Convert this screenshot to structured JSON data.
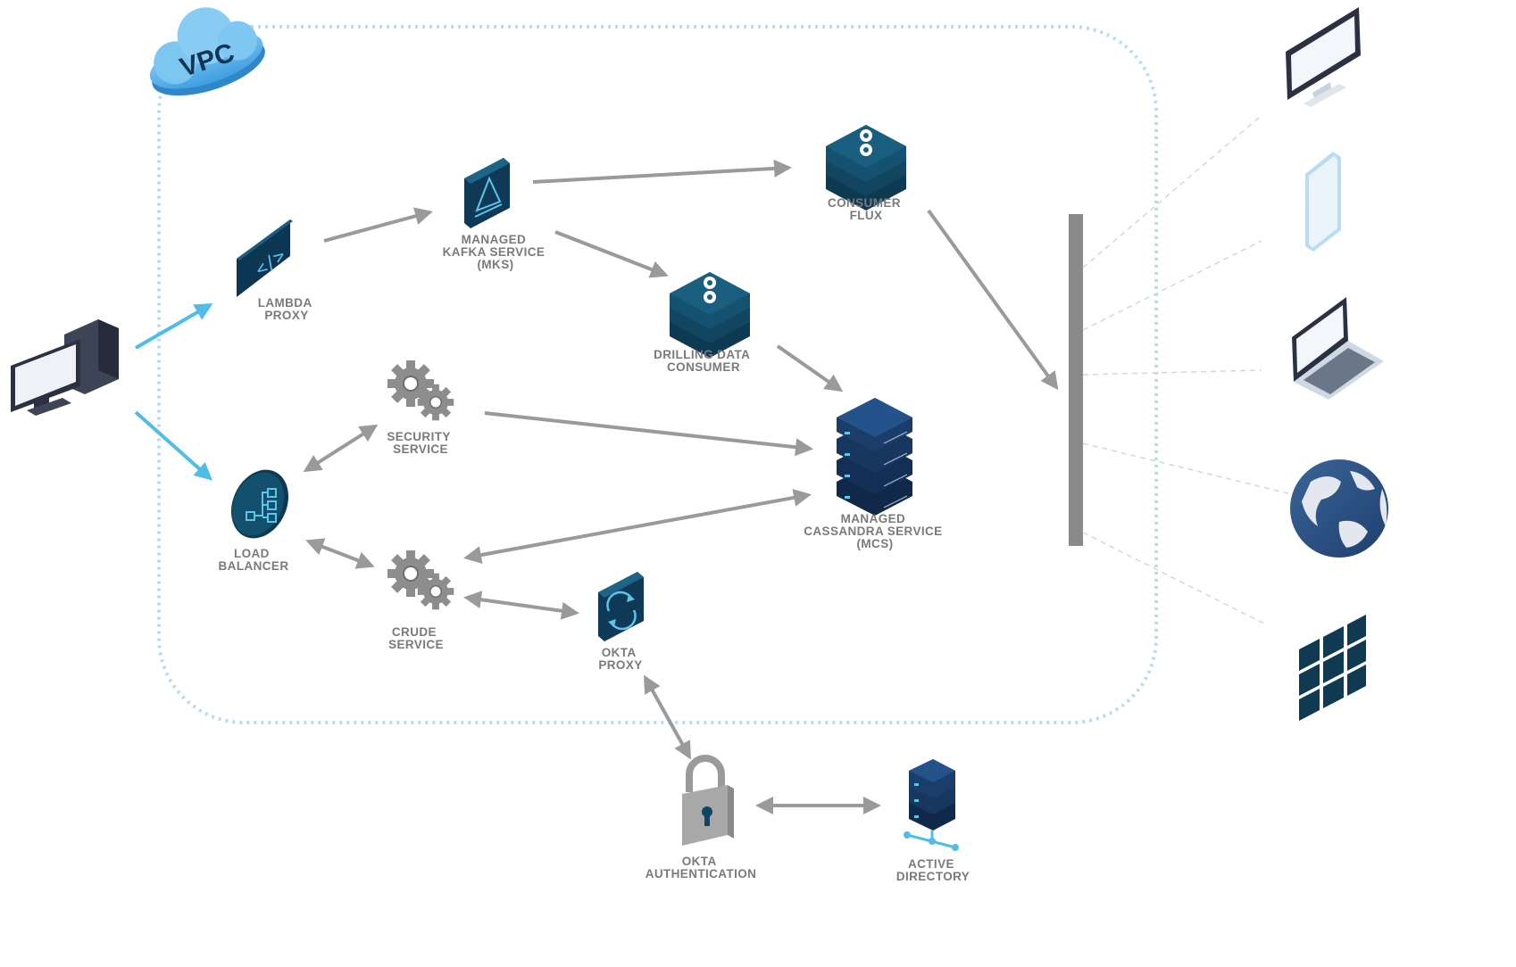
{
  "vpc": {
    "label": "VPC"
  },
  "nodes": {
    "lambda": [
      "LAMBDA",
      "PROXY"
    ],
    "kafka": [
      "MANAGED",
      "KAFKA SERVICE",
      "(MKS)"
    ],
    "consumer_flux": [
      "CONSUMER",
      "FLUX"
    ],
    "drilling": [
      "DRILLING DATA",
      "CONSUMER"
    ],
    "security": [
      "SECURITY",
      "SERVICE"
    ],
    "cassandra": [
      "MANAGED",
      "CASSANDRA SERVICE",
      "(MCS)"
    ],
    "load_balancer": [
      "LOAD",
      "BALANCER"
    ],
    "crude": [
      "CRUDE",
      "SERVICE"
    ],
    "okta_proxy": [
      "OKTA",
      "PROXY"
    ],
    "okta_auth": [
      "OKTA",
      "AUTHENTICATION"
    ],
    "active_directory": [
      "ACTIVE",
      "DIRECTORY"
    ]
  },
  "colors": {
    "navy": "#0f2c47",
    "teal": "#14506e",
    "arrow_gray": "#9a9a9a",
    "arrow_blue": "#4fbde8",
    "vpc_border": "#b8dcf0",
    "gear_gray": "#8d8d8d"
  },
  "icons": [
    "desktop-icon",
    "lambda-icon",
    "kafka-icon",
    "database-stack-icon",
    "gears-icon",
    "server-rack-icon",
    "load-balancer-icon",
    "sync-icon",
    "lock-icon",
    "network-server-icon",
    "monitor-icon",
    "phone-icon",
    "laptop-icon",
    "globe-icon",
    "grid-icon",
    "cloud-icon"
  ]
}
